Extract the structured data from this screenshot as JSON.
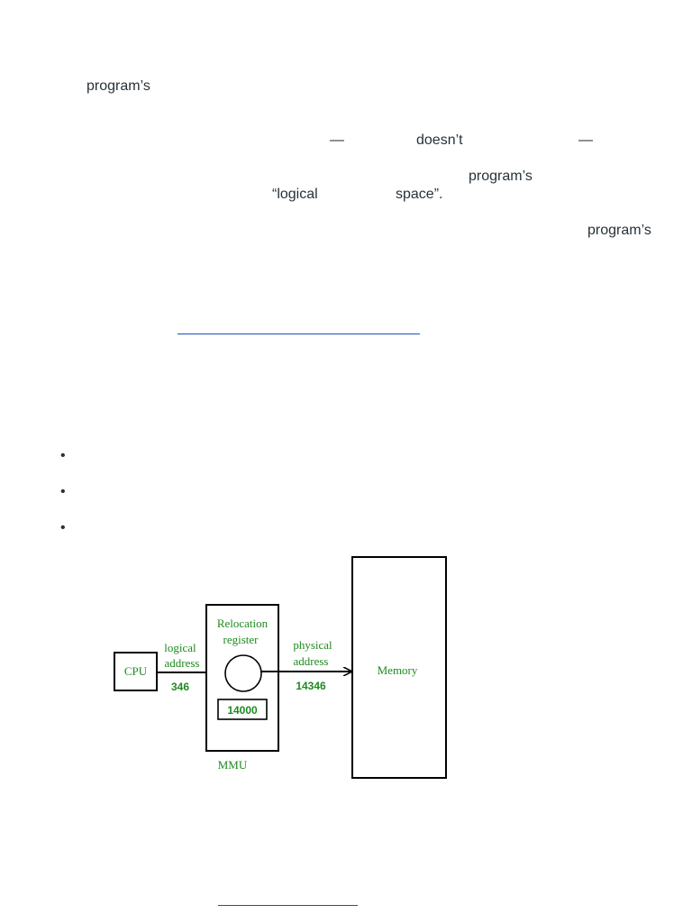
{
  "fragments": {
    "f1": "program’s",
    "f2": "—",
    "f3": "doesn’t",
    "f4": "—",
    "f5": "program’s",
    "f6": "“logical",
    "f7": "space”.",
    "f8": "program’s"
  },
  "bullets": [
    "•",
    "•",
    "•"
  ],
  "diagram": {
    "cpu": "CPU",
    "logical_line1": "logical",
    "logical_line2": "address",
    "logical_value": "346",
    "reloc_line1": "Relocation",
    "reloc_line2": "register",
    "reloc_value": "14000",
    "physical_line1": "physical",
    "physical_line2": "address",
    "physical_value": "14346",
    "mmu": "MMU",
    "memory": "Memory",
    "colors": {
      "label_green": "#1f8a1f",
      "stroke": "#000000"
    }
  }
}
